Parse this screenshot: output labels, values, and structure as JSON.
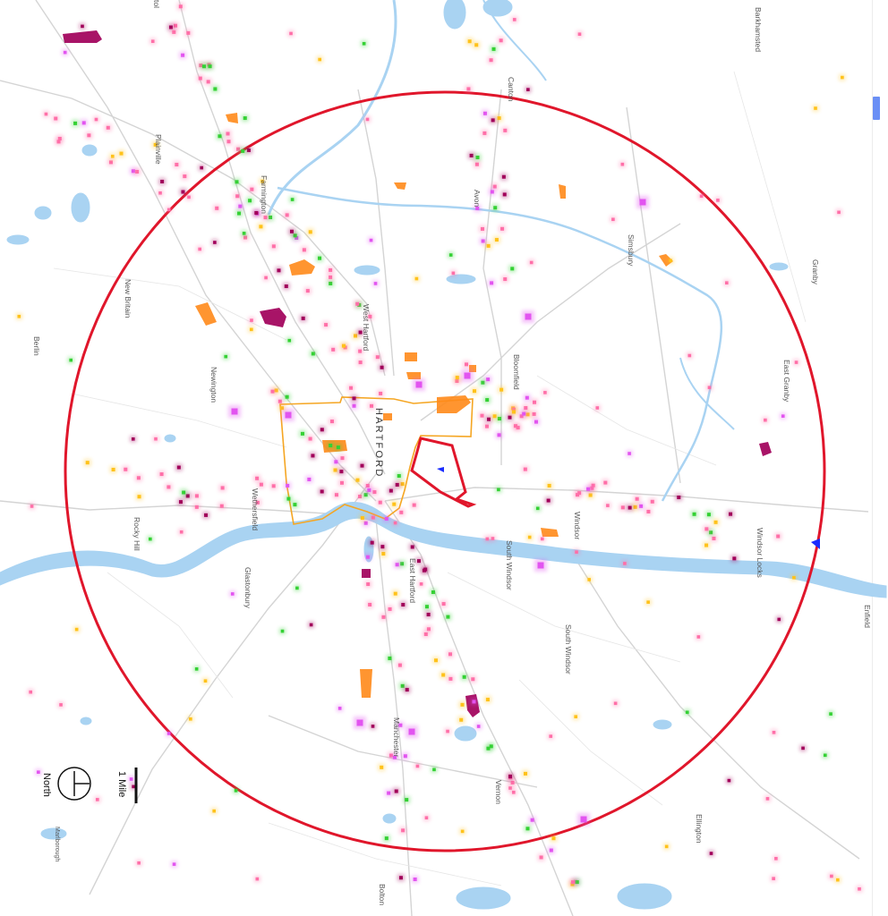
{
  "map": {
    "city_label": "HARTFORD",
    "towns": [
      "Canton",
      "Barkhamsted",
      "Plainville",
      "Farmington",
      "Avon",
      "Simsbury",
      "Granby",
      "New Britain",
      "Berlin",
      "West Hartford",
      "Bloomfield",
      "East Granby",
      "Newington",
      "Wethersfield",
      "Windsor",
      "Rocky Hill",
      "South Windsor",
      "Windsor Locks",
      "Glastonbury",
      "East Hartford",
      "Enfield",
      "South Windsor",
      "Manchester",
      "Vernon",
      "Ellington",
      "Marlborough",
      "Bolton",
      "tol"
    ],
    "scale_label": "1 Mile",
    "north_label": "North",
    "colors": {
      "radius_circle": "#e0162b",
      "city_boundary": "#f5a623",
      "site_outline": "#e0162b",
      "water": "#a9d3f2",
      "roads": "#d4d4d4",
      "magenta": "#a1005a",
      "orange": "#ff8a1a",
      "violet": "#e254f0",
      "green": "#34d134",
      "pink": "#ff6fa8",
      "yellow": "#ffc21a",
      "blue": "#1a2cff"
    }
  }
}
